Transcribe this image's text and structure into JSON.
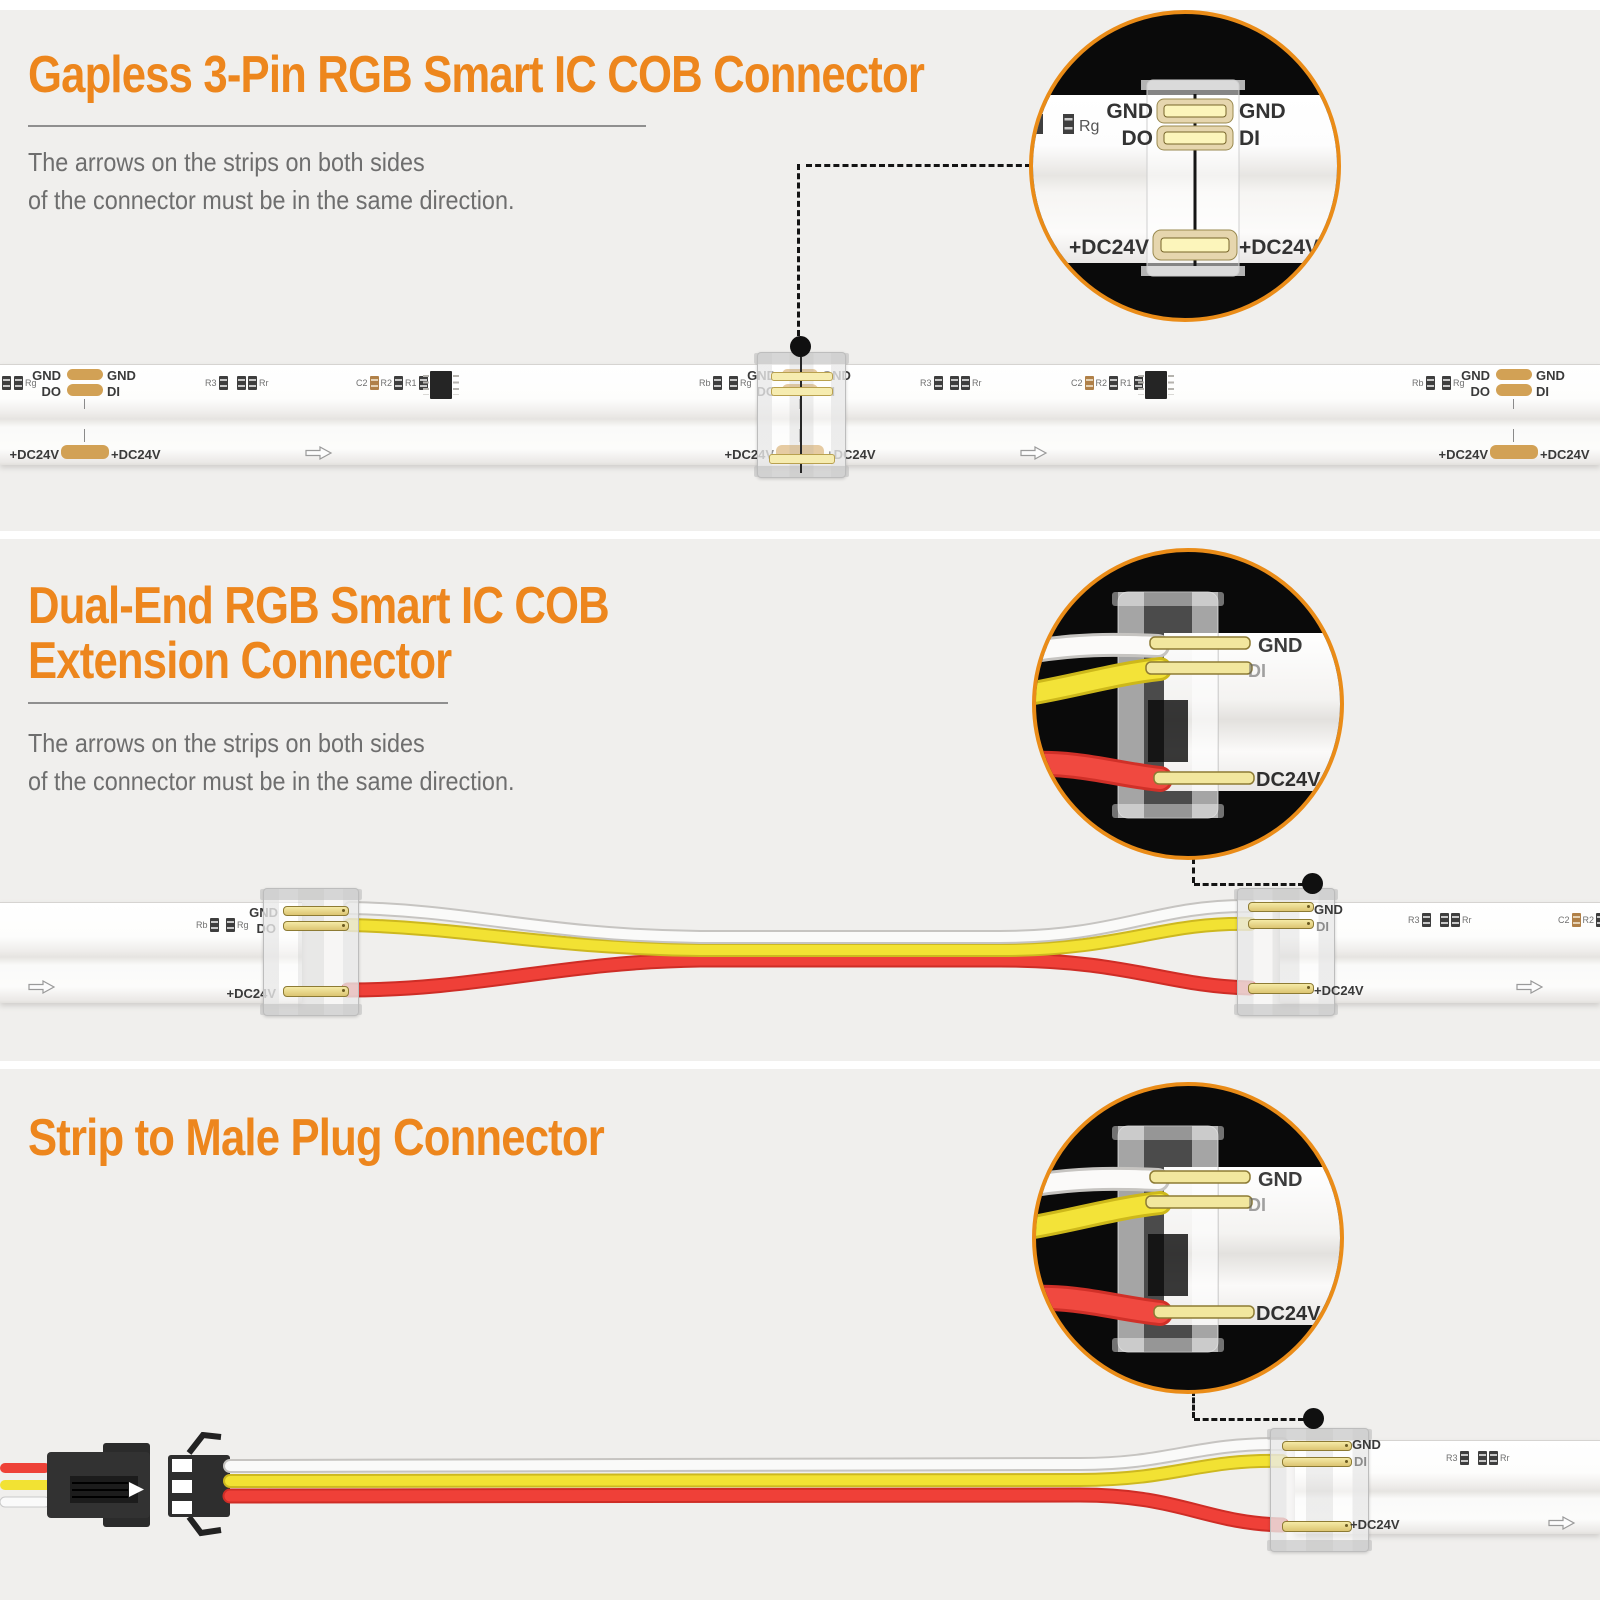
{
  "colors": {
    "accent_orange": "#ED861D",
    "panel_bg": "#F0EFED",
    "note_gray": "#6E6E6E",
    "wire_red": "#EF4038",
    "wire_yellow": "#F2E233",
    "wire_white": "#FAFAF9",
    "pad_tan": "#D2A155",
    "pin_gold": "#F2E79E",
    "circle_rim": "#EA8C18",
    "circle_bg": "#0A0A0A"
  },
  "panels": [
    {
      "title": "Gapless 3-Pin RGB Smart IC COB Connector",
      "note_line1": "The arrows on the strips on both sides",
      "note_line2": "of the connector must be in the same direction."
    },
    {
      "title_line1": "Dual-End RGB Smart IC COB",
      "title_line2": "Extension Connector",
      "note_line1": "The arrows on the strips on both sides",
      "note_line2": "of the connector must be in the same direction."
    },
    {
      "title": "Strip to Male Plug Connector"
    }
  ],
  "strip": {
    "gnd": "GND",
    "do": "DO",
    "di": "DI",
    "dc24v": "+DC24V",
    "rb": "Rb",
    "rg": "Rg",
    "r3": "R3",
    "rr": "Rr",
    "c2": "C2",
    "r2": "R2",
    "r1": "R1"
  },
  "inset_gapless": {
    "gnd_left": "GND",
    "gnd_right": "GND",
    "do": "DO",
    "di": "DI",
    "dc_left": "+DC24V",
    "dc_right": "+DC24V",
    "rg": "Rg"
  },
  "inset_wired": {
    "gnd": "GND",
    "di": "DI",
    "dc": "DC24V"
  }
}
